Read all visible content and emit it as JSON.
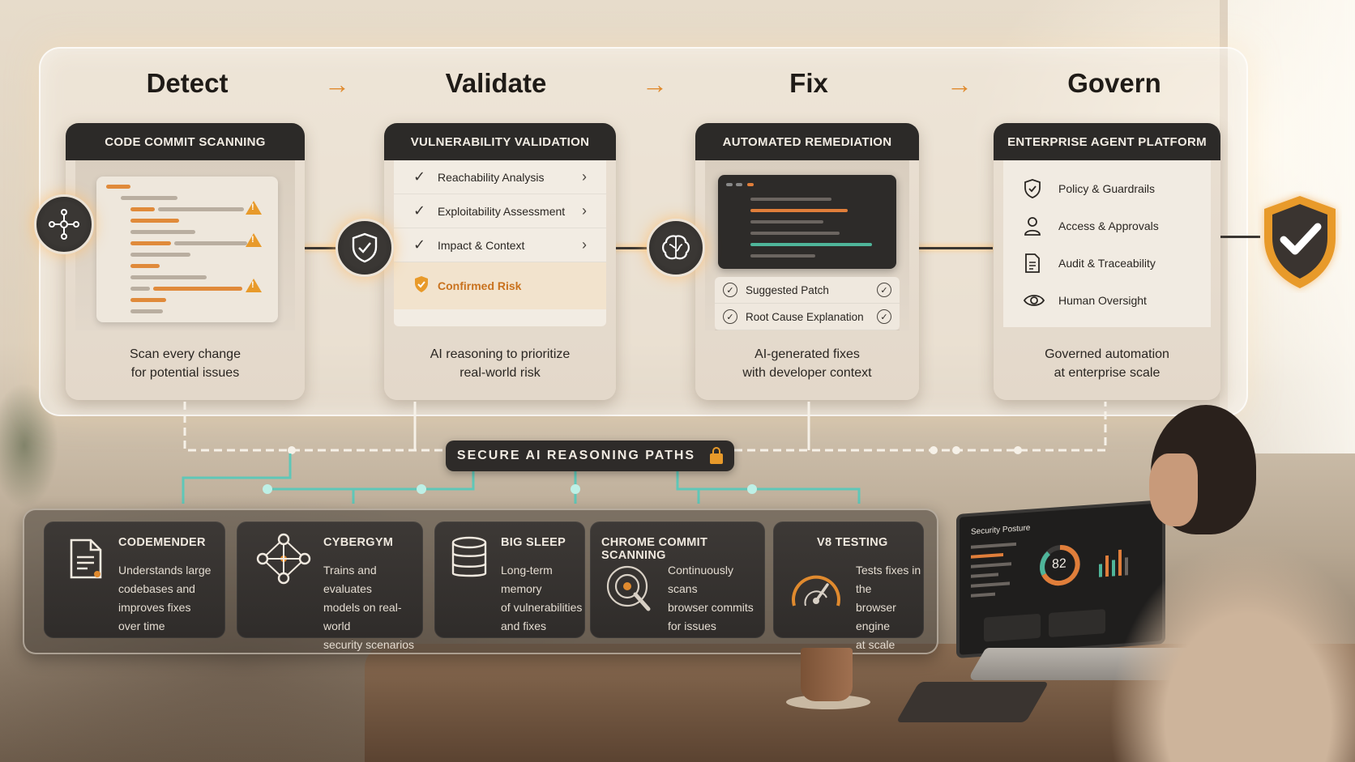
{
  "stages": [
    {
      "title": "Detect"
    },
    {
      "title": "Validate"
    },
    {
      "title": "Fix"
    },
    {
      "title": "Govern"
    }
  ],
  "arrow_glyph": "→",
  "cards": {
    "detect": {
      "header": "CODE COMMIT SCANNING",
      "desc_line1": "Scan every change",
      "desc_line2": "for potential issues"
    },
    "validate": {
      "header": "VULNERABILITY VALIDATION",
      "items": [
        "Reachability Analysis",
        "Exploitability Assessment",
        "Impact & Context"
      ],
      "risk_label": "Confirmed Risk",
      "desc_line1": "AI reasoning to prioritize",
      "desc_line2": "real-world risk"
    },
    "fix": {
      "header": "AUTOMATED REMEDIATION",
      "items": [
        "Suggested Patch",
        "Root Cause Explanation"
      ],
      "desc_line1": "AI-generated fixes",
      "desc_line2": "with developer context"
    },
    "govern": {
      "header": "ENTERPRISE AGENT PLATFORM",
      "items": [
        {
          "label": "Policy & Guardrails",
          "icon": "shield-check-icon"
        },
        {
          "label": "Access & Approvals",
          "icon": "person-icon"
        },
        {
          "label": "Audit & Traceability",
          "icon": "document-icon"
        },
        {
          "label": "Human Oversight",
          "icon": "eye-icon"
        }
      ],
      "desc_line1": "Governed automation",
      "desc_line2": "at enterprise scale"
    }
  },
  "reasoning_path": {
    "label": "SECURE AI REASONING PATHS",
    "icon": "lock-icon"
  },
  "tools": [
    {
      "name": "CODEMENDER",
      "icon": "document-icon",
      "desc": [
        "Understands large",
        "codebases and",
        "improves fixes",
        "over time"
      ]
    },
    {
      "name": "CYBERGYM",
      "icon": "network-icon",
      "desc": [
        "Trains and evaluates",
        "models on real-world",
        "security scenarios"
      ]
    },
    {
      "name": "BIG SLEEP",
      "icon": "database-icon",
      "desc": [
        "Long-term memory",
        "of vulnerabilities",
        "and fixes"
      ]
    },
    {
      "name": "CHROME COMMIT SCANNING",
      "icon": "target-search-icon",
      "desc": [
        "Continuously scans",
        "browser commits",
        "for issues"
      ]
    },
    {
      "name": "V8 TESTING",
      "icon": "gauge-icon",
      "desc": [
        "Tests fixes in the",
        "browser engine",
        "at scale"
      ]
    }
  ],
  "laptop": {
    "title": "Security Posture",
    "score": "82"
  },
  "colors": {
    "accent": "#e08a2e",
    "dark": "#2c2a28",
    "teal": "#5fc7b8"
  }
}
